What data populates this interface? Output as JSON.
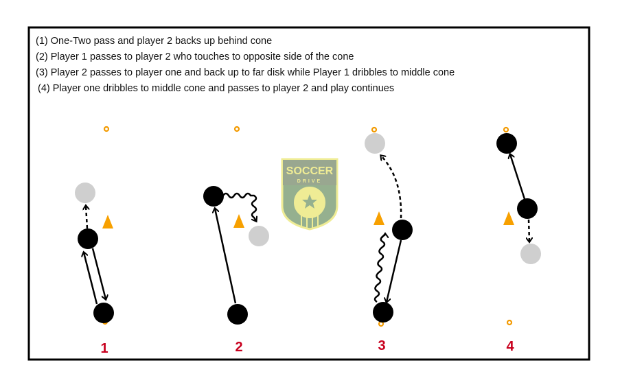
{
  "instructions": [
    "(1) One-Two pass and player 2 backs up behind cone",
    "(2) Player 1 passes to player 2 who touches to opposite side of the cone",
    "(3) Player 2 passes to player one and back up to far disk while Player 1 dribbles to middle cone",
    "(4) Player one dribbles to middle cone and passes to player 2 and play continues"
  ],
  "panels": [
    {
      "label": "1"
    },
    {
      "label": "2"
    },
    {
      "label": "3"
    },
    {
      "label": "4"
    }
  ],
  "logo": {
    "line1": "SOCCER",
    "line2": "DRIVE"
  },
  "colors": {
    "player": "#000000",
    "player_moved": "#cfcfcf",
    "cone": "#f7a000",
    "label": "#c8001e",
    "logo_green": "#8aa883",
    "logo_yellow": "#eeea8a"
  }
}
